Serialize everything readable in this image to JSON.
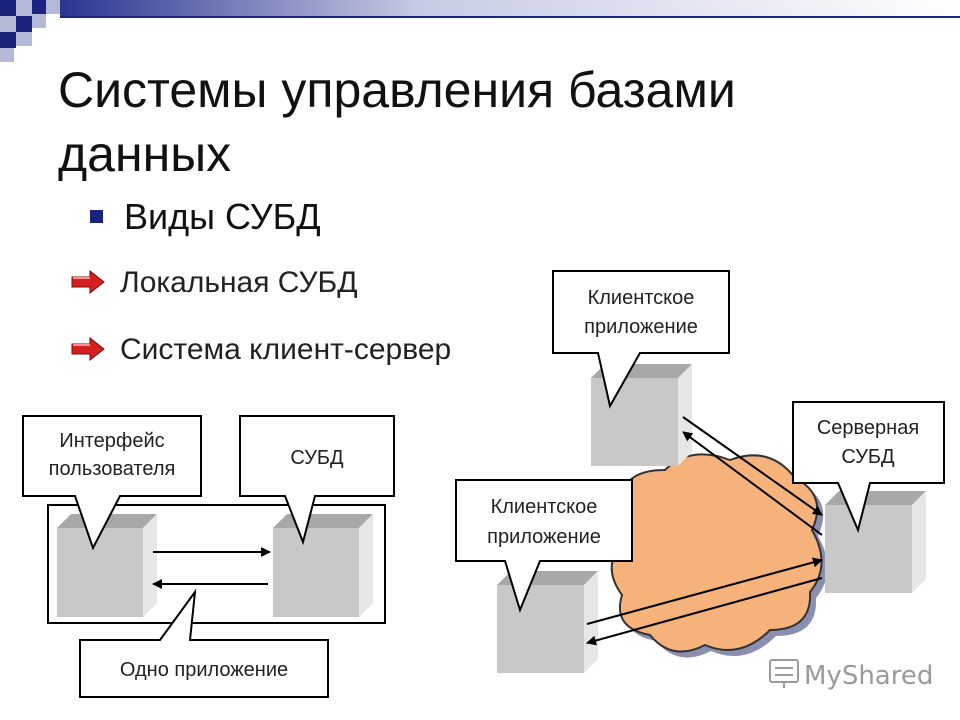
{
  "slide": {
    "title": "Системы управления базами данных",
    "bullet": "Виды СУБД",
    "items": [
      {
        "label": "Локальная СУБД"
      },
      {
        "label": "Система клиент-сервер"
      }
    ]
  },
  "local_diagram": {
    "callout_interface_line1": "Интерфейс",
    "callout_interface_line2": "пользователя",
    "callout_dbms": "СУБД",
    "callout_app": "Одно приложение"
  },
  "cs_diagram": {
    "client_top_line1": "Клиентское",
    "client_top_line2": "приложение",
    "client_left_line1": "Клиентское",
    "client_left_line2": "приложение",
    "server_line1": "Серверная",
    "server_line2": "СУБД"
  },
  "watermark": "MyShared",
  "colors": {
    "corner_blue": "#1a237e",
    "corner_light": "#b4b9d8",
    "cloud": "#f5b27a",
    "box_front": "#c8c8c8",
    "box_top": "#a8a8a8",
    "box_side": "#e6e6e6"
  }
}
